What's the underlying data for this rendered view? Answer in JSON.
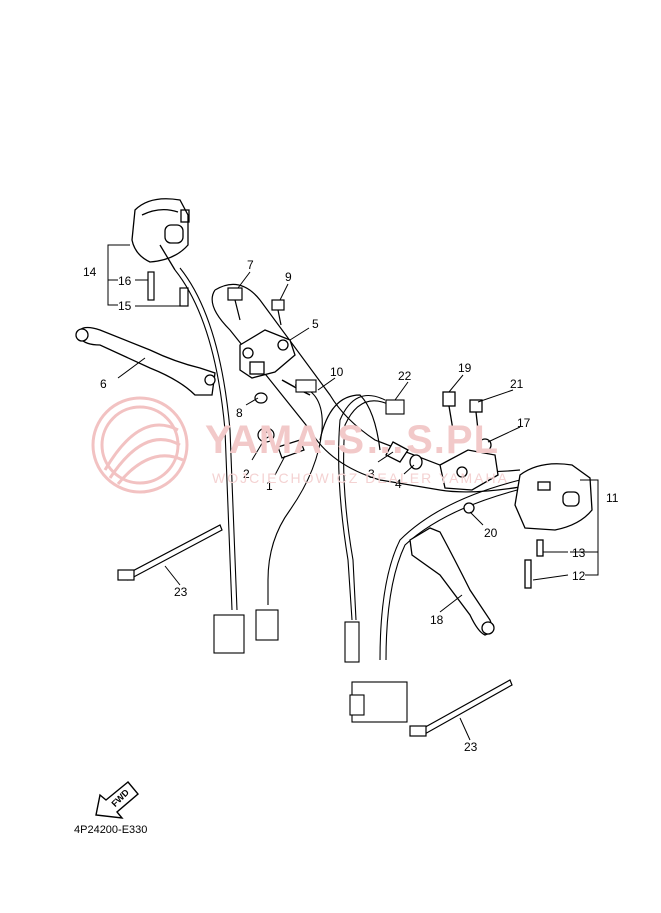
{
  "watermark": {
    "title": "YAMA-S…S.PL",
    "subtitle": "WOJCIECHOWICZ DEALER YAMAHA",
    "logo_color": "#e88a8a"
  },
  "document_code": "4P24200-E330",
  "fwd_label": "FWD",
  "callouts": [
    "1",
    "2",
    "3",
    "4",
    "5",
    "6",
    "7",
    "8",
    "9",
    "10",
    "11",
    "12",
    "13",
    "14",
    "15",
    "16",
    "17",
    "18",
    "19",
    "20",
    "21",
    "22",
    "23",
    "23"
  ],
  "line_color": "#000000"
}
